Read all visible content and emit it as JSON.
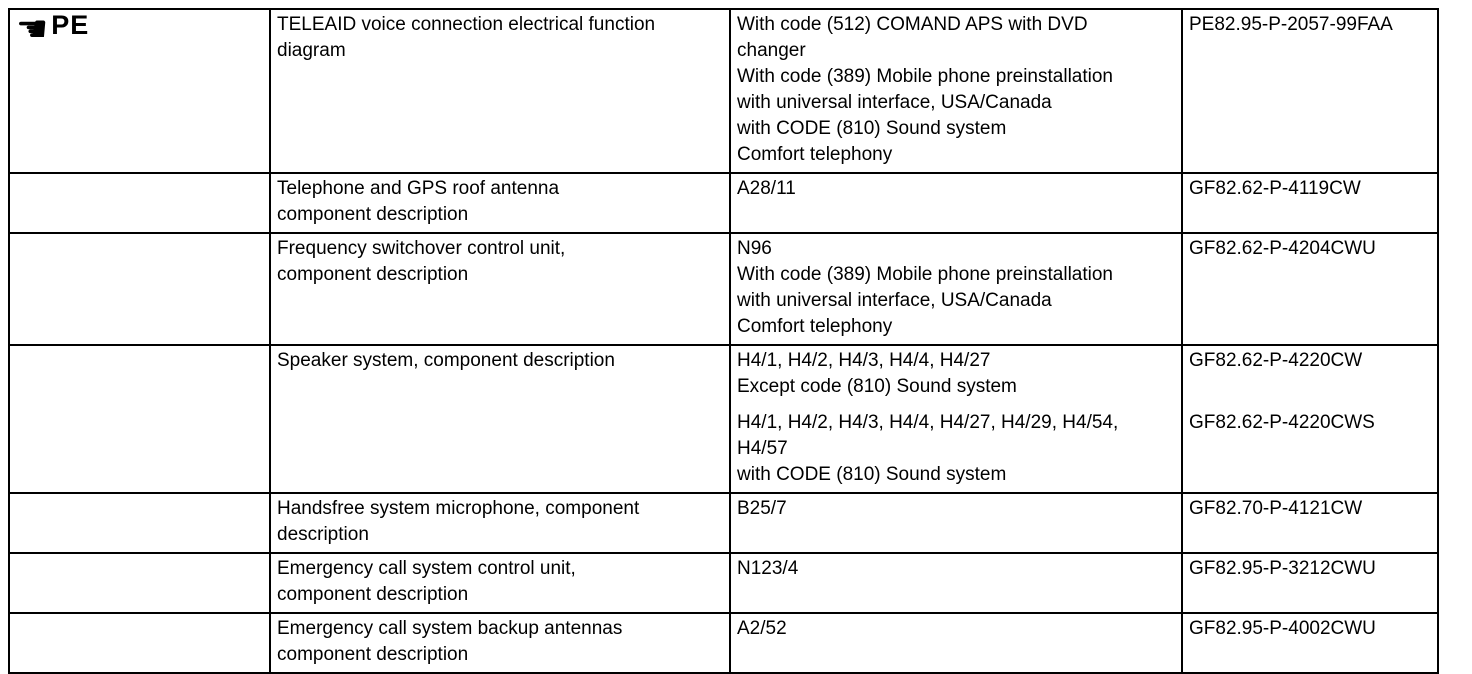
{
  "page": {
    "background_color": "#ffffff",
    "border_color": "#000000",
    "text_color": "#000000"
  },
  "marker": {
    "icon": "pointing-hand-icon",
    "glyph": "☚",
    "label": "PE"
  },
  "table": {
    "columns": [
      "marker",
      "description",
      "details",
      "document-number"
    ],
    "rows": [
      {
        "has_marker": true,
        "description_lines": [
          "TELEAID voice connection electrical function",
          "diagram"
        ],
        "detail_blocks": [
          [
            "With code (512) COMAND APS with DVD",
            "changer",
            "With code (389) Mobile phone preinstallation",
            "with universal interface, USA/Canada",
            "with CODE (810) Sound system",
            "Comfort telephony"
          ]
        ],
        "documents": [
          "PE82.95-P-2057-99FAA"
        ]
      },
      {
        "has_marker": false,
        "description_lines": [
          "Telephone and GPS roof antenna",
          "component description"
        ],
        "detail_blocks": [
          [
            "A28/11"
          ]
        ],
        "documents": [
          "GF82.62-P-4119CW"
        ]
      },
      {
        "has_marker": false,
        "description_lines": [
          "Frequency switchover control unit,",
          "component description"
        ],
        "detail_blocks": [
          [
            "N96",
            "With code (389) Mobile phone preinstallation",
            "with universal interface, USA/Canada",
            "Comfort telephony"
          ]
        ],
        "documents": [
          "GF82.62-P-4204CWU"
        ]
      },
      {
        "has_marker": false,
        "description_lines": [
          "Speaker system, component description"
        ],
        "detail_blocks": [
          [
            "H4/1, H4/2, H4/3, H4/4, H4/27",
            "Except code (810) Sound system"
          ],
          [
            "H4/1, H4/2, H4/3, H4/4, H4/27, H4/29, H4/54,",
            "H4/57",
            "with CODE (810) Sound system"
          ]
        ],
        "documents": [
          "GF82.62-P-4220CW",
          "GF82.62-P-4220CWS"
        ]
      },
      {
        "has_marker": false,
        "description_lines": [
          "Handsfree system microphone, component",
          "description"
        ],
        "detail_blocks": [
          [
            "B25/7"
          ]
        ],
        "documents": [
          "GF82.70-P-4121CW"
        ]
      },
      {
        "has_marker": false,
        "description_lines": [
          "Emergency call system control unit,",
          "component description"
        ],
        "detail_blocks": [
          [
            "N123/4"
          ]
        ],
        "documents": [
          "GF82.95-P-3212CWU"
        ]
      },
      {
        "has_marker": false,
        "description_lines": [
          "Emergency call system backup antennas",
          "component description"
        ],
        "detail_blocks": [
          [
            "A2/52"
          ]
        ],
        "documents": [
          "GF82.95-P-4002CWU"
        ]
      }
    ]
  }
}
